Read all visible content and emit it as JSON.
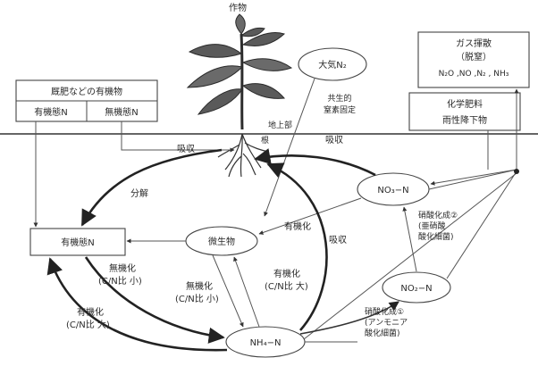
{
  "plant_label": "作物",
  "organic_matter_box": {
    "title": "厩肥などの有機物",
    "left_cell": "有機態N",
    "right_cell": "無機態N"
  },
  "atmosphere_n2": "大気N₂",
  "nitrogen_fixation": [
    "共生的",
    "窒素固定"
  ],
  "gas_emission_box": {
    "title": "ガス揮散",
    "subtitle": "（脱窒）",
    "gases": "N₂O ,NO ,N₂ , NH₃"
  },
  "fertilizer_box": [
    "化学肥料",
    "雨性降下物"
  ],
  "above_ground": "地上部",
  "root": "根",
  "soil_organic_n": "有機態N",
  "microbes": "微生物",
  "nitrate": "NO₃−N",
  "nitrite": "NO₂−N",
  "ammonium": "NH₄−N",
  "labels": {
    "absorption_top_left": "吸収",
    "absorption_top_right": "吸収",
    "absorption_center": "吸収",
    "decomposition": "分解",
    "immobilization_center": "有機化",
    "immobilization_bottom_left": [
      "有機化",
      "(C/N比 大)"
    ],
    "mineralization_left": [
      "無機化",
      "(C/N比 小)"
    ],
    "mineralization_center": [
      "無機化",
      "(C/N比 小)"
    ],
    "immobilization_right": [
      "有機化",
      "(C/N比 大)"
    ],
    "nitrification_2": [
      "硝酸化成②",
      "(亜硝酸",
      "酸化細菌)"
    ],
    "nitrification_1": [
      "硝酸化成①",
      "(アンモニア",
      "酸化細菌)"
    ]
  }
}
